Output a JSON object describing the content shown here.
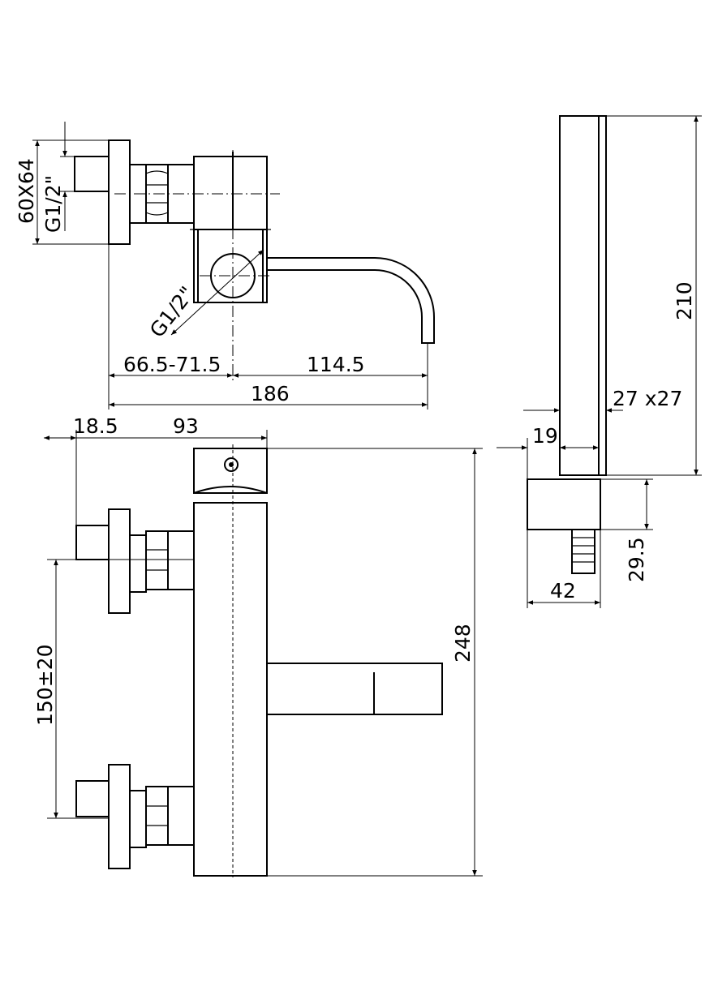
{
  "dimensions": {
    "flange_size": "60X64",
    "thread_left": "G1/2\"",
    "thread_outlet": "G1/2\"",
    "offset_wall": "66.5-71.5",
    "spout_reach": "114.5",
    "overall_depth": "186",
    "eccentric_offset": "18.5",
    "body_depth": "93",
    "inlet_spacing": "150±20",
    "body_height": "248",
    "shower_length": "210",
    "shower_section": "27 x27",
    "bracket_offset": "19",
    "bracket_height": "29.5",
    "bracket_width": "42"
  },
  "colors": {
    "line": "#000000",
    "background": "#ffffff"
  }
}
